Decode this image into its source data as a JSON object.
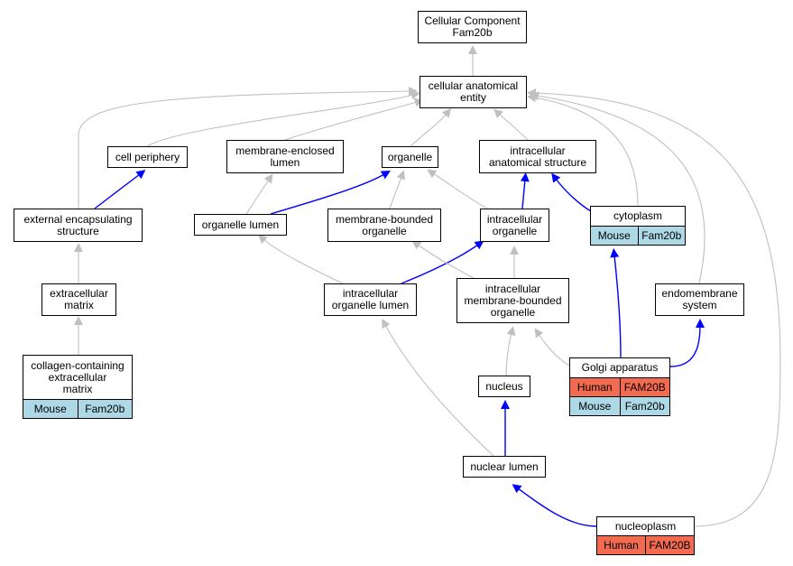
{
  "diagram": {
    "nodes": [
      {
        "id": "cc_root",
        "label": "Cellular Component\nFam20b"
      },
      {
        "id": "cae",
        "label": "cellular anatomical\nentity"
      },
      {
        "id": "cell_periphery",
        "label": "cell periphery"
      },
      {
        "id": "membrane_enclosed_lumen",
        "label": "membrane-enclosed\nlumen"
      },
      {
        "id": "organelle",
        "label": "organelle"
      },
      {
        "id": "ias",
        "label": "intracellular\nanatomical structure"
      },
      {
        "id": "ext_encap",
        "label": "external encapsulating\nstructure"
      },
      {
        "id": "organelle_lumen",
        "label": "organelle lumen"
      },
      {
        "id": "mbo",
        "label": "membrane-bounded\norganelle"
      },
      {
        "id": "intra_org",
        "label": "intracellular\norganelle"
      },
      {
        "id": "cytoplasm",
        "label": "cytoplasm",
        "annotations": [
          [
            "Mouse",
            "Fam20b"
          ]
        ]
      },
      {
        "id": "ecm",
        "label": "extracellular\nmatrix"
      },
      {
        "id": "iol",
        "label": "intracellular\norganelle lumen"
      },
      {
        "id": "imbo",
        "label": "intracellular\nmembrane-bounded\norganelle"
      },
      {
        "id": "endomembrane",
        "label": "endomembrane\nsystem"
      },
      {
        "id": "collagen",
        "label": "collagen-containing\nextracellular\nmatrix",
        "annotations": [
          [
            "Mouse",
            "Fam20b"
          ]
        ]
      },
      {
        "id": "golgi",
        "label": "Golgi apparatus",
        "annotations": [
          [
            "Human",
            "FAM20B"
          ],
          [
            "Mouse",
            "Fam20b"
          ]
        ]
      },
      {
        "id": "nucleus",
        "label": "nucleus"
      },
      {
        "id": "nuclear_lumen",
        "label": "nuclear lumen"
      },
      {
        "id": "nucleoplasm",
        "label": "nucleoplasm",
        "annotations": [
          [
            "Human",
            "FAM20B"
          ]
        ]
      }
    ],
    "edges": [
      {
        "from": "cae",
        "to": "cc_root",
        "kind": "is_a"
      },
      {
        "from": "cell_periphery",
        "to": "cae",
        "kind": "is_a"
      },
      {
        "from": "membrane_enclosed_lumen",
        "to": "cae",
        "kind": "is_a"
      },
      {
        "from": "organelle",
        "to": "cae",
        "kind": "is_a"
      },
      {
        "from": "ias",
        "to": "cae",
        "kind": "is_a"
      },
      {
        "from": "ext_encap",
        "to": "cae",
        "kind": "is_a"
      },
      {
        "from": "cytoplasm",
        "to": "cae",
        "kind": "is_a"
      },
      {
        "from": "endomembrane",
        "to": "cae",
        "kind": "is_a"
      },
      {
        "from": "nucleoplasm",
        "to": "cae",
        "kind": "is_a"
      },
      {
        "from": "ext_encap",
        "to": "cell_periphery",
        "kind": "part_of"
      },
      {
        "from": "organelle_lumen",
        "to": "membrane_enclosed_lumen",
        "kind": "is_a"
      },
      {
        "from": "organelle_lumen",
        "to": "organelle",
        "kind": "part_of"
      },
      {
        "from": "mbo",
        "to": "organelle",
        "kind": "is_a"
      },
      {
        "from": "intra_org",
        "to": "organelle",
        "kind": "is_a"
      },
      {
        "from": "intra_org",
        "to": "ias",
        "kind": "part_of"
      },
      {
        "from": "cytoplasm",
        "to": "ias",
        "kind": "part_of"
      },
      {
        "from": "ecm",
        "to": "ext_encap",
        "kind": "is_a"
      },
      {
        "from": "collagen",
        "to": "ecm",
        "kind": "is_a"
      },
      {
        "from": "iol",
        "to": "organelle_lumen",
        "kind": "is_a"
      },
      {
        "from": "iol",
        "to": "intra_org",
        "kind": "part_of"
      },
      {
        "from": "imbo",
        "to": "mbo",
        "kind": "is_a"
      },
      {
        "from": "imbo",
        "to": "intra_org",
        "kind": "is_a"
      },
      {
        "from": "golgi",
        "to": "imbo",
        "kind": "is_a"
      },
      {
        "from": "golgi",
        "to": "cytoplasm",
        "kind": "part_of"
      },
      {
        "from": "golgi",
        "to": "endomembrane",
        "kind": "part_of"
      },
      {
        "from": "nucleus",
        "to": "imbo",
        "kind": "is_a"
      },
      {
        "from": "nuclear_lumen",
        "to": "iol",
        "kind": "is_a"
      },
      {
        "from": "nuclear_lumen",
        "to": "nucleus",
        "kind": "part_of"
      },
      {
        "from": "nucleoplasm",
        "to": "nuclear_lumen",
        "kind": "part_of"
      }
    ],
    "colors": {
      "is_a": "#c0c0c0",
      "part_of": "#0000ff",
      "human": "#f26a4f",
      "mouse": "#add8e6",
      "border": "#000000",
      "background": "#ffffff"
    }
  }
}
